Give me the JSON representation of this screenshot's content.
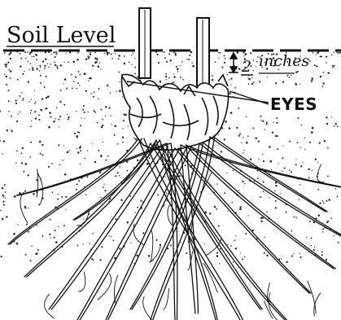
{
  "labels": {
    "soil_level": "Soil Level",
    "depth_number": "2",
    "depth_unit": "inches",
    "eyes": "EYES"
  },
  "colors": {
    "ink": "#111111",
    "paper": "#ffffff"
  }
}
